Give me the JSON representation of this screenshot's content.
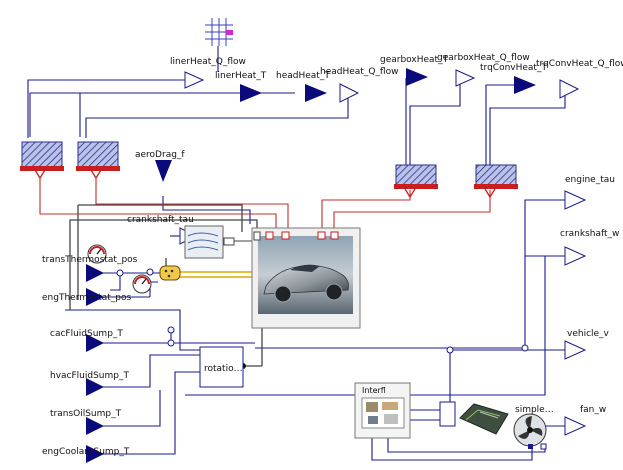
{
  "colors": {
    "signal": "#1a1a8c",
    "thermal": "#c0302a",
    "mechanical": "#333333",
    "bus": "#e0a800",
    "input_fill": "#0a0a7a",
    "output_fill": "#ffffff",
    "background": "#ffffff"
  },
  "labels": {
    "linerHeat_Q_flow": "linerHeat_Q_flow",
    "linerHeat_T": "linerHeat_T",
    "headHeat_T": "headHeat_T",
    "headHeat_Q_flow": "headHeat_Q_flow",
    "gearboxHeat_T": "gearboxHeat_T",
    "gearboxHeat_Q_flow": "gearboxHeat_Q_flow",
    "trqConvHeat_T": "trqConvHeat_T",
    "trqConvHeat_Q_flow": "trqConvHeat_Q_flow",
    "aeroDrag_f": "aeroDrag_f",
    "crankshaft_tau": "crankshaft_tau",
    "transThermostat_pos": "transThermostat_pos",
    "engThermostat_pos": "engThermostat_pos",
    "cacFluidSump_T": "cacFluidSump_T",
    "hvacFluidSump_T": "hvacFluidSump_T",
    "transOilSump_T": "transOilSump_T",
    "engCoolantSump_T": "engCoolantSump_T",
    "engine_tau": "engine_tau",
    "crankshaft_w": "crankshaft_w",
    "vehicle_v": "vehicle_v",
    "fan_w": "fan_w",
    "rotation_block": "rotatio…",
    "simple_block": "simple…",
    "interface_block": "Interfl"
  },
  "icons": {
    "heat_ports": [
      "heat-port-icon"
    ],
    "grid": "grid-icon",
    "vehicle": "car-image-icon",
    "aero": "airflow-icon",
    "gauge": "gauge-icon",
    "bus": "bus-connector-icon",
    "ecu": "ecu-module-icon",
    "fan": "fan-icon"
  }
}
